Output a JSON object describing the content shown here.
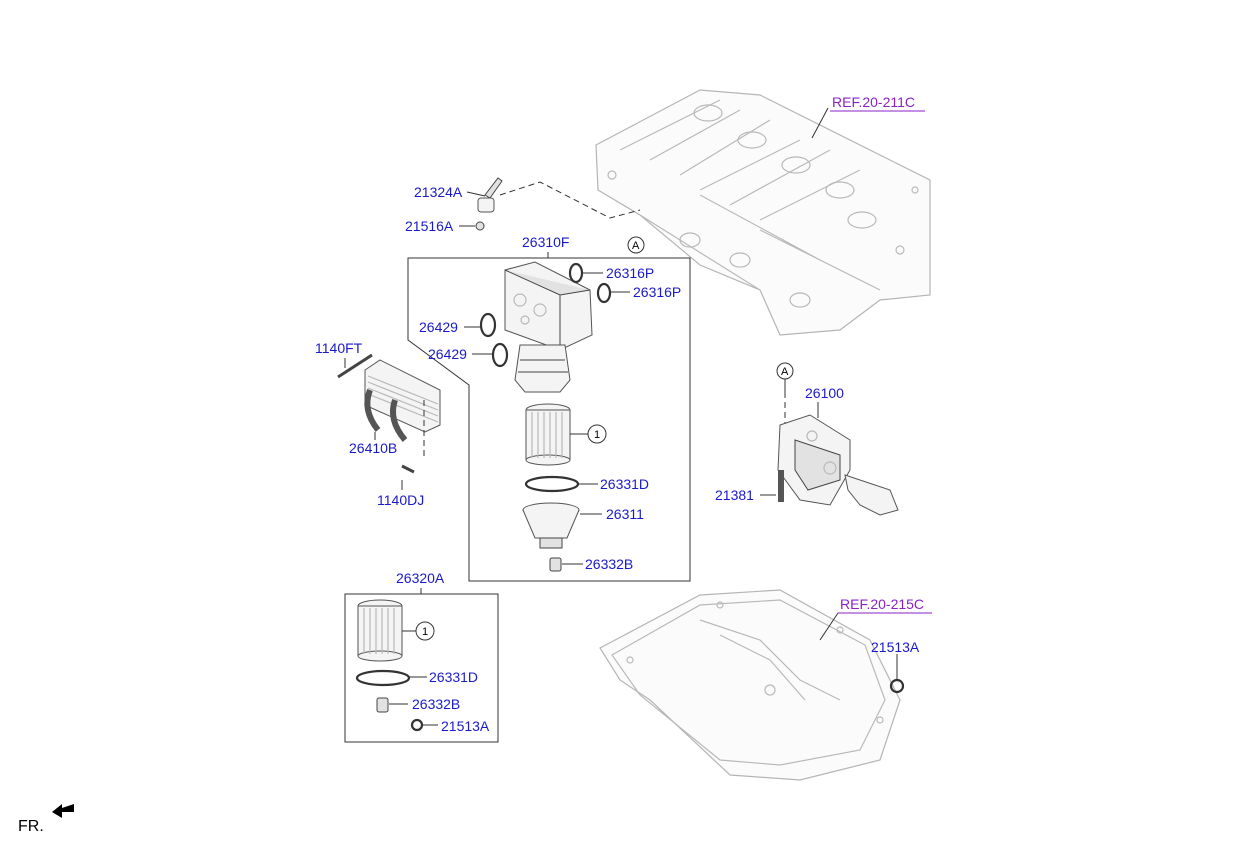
{
  "labels": {
    "ref_block": "REF.20-211C",
    "ref_pan": "REF.20-215C",
    "p21324A": "21324A",
    "p21516A": "21516A",
    "p26310F": "26310F",
    "p26316P_1": "26316P",
    "p26316P_2": "26316P",
    "p26429_1": "26429",
    "p26429_2": "26429",
    "p1140FT": "1140FT",
    "p26410B": "26410B",
    "p1140DJ": "1140DJ",
    "p26331D_1": "26331D",
    "p26311": "26311",
    "p26332B_1": "26332B",
    "p26320A": "26320A",
    "p26331D_2": "26331D",
    "p26332B_2": "26332B",
    "p21513A_1": "21513A",
    "p21513A_2": "21513A",
    "p26100": "26100",
    "p21381": "21381",
    "circle_1a": "1",
    "circle_1b": "1",
    "circle_A_1": "A",
    "circle_A_2": "A",
    "front_label": "FR."
  },
  "colors": {
    "part_number": "#1a1acd",
    "reference": "#8a22c8"
  },
  "icons": {
    "front_arrow": "arrow-front-icon"
  }
}
